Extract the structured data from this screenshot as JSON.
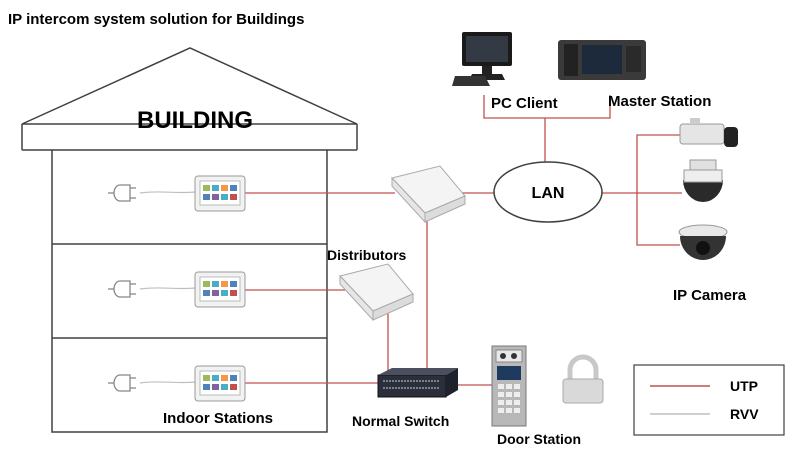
{
  "title": "IP intercom system solution for Buildings",
  "building_label": "BUILDING",
  "nodes": {
    "pc_client": "PC Client",
    "master_station": "Master Station",
    "lan": "LAN",
    "distributors": "Distributors",
    "ip_camera": "IP Camera",
    "indoor_stations": "Indoor Stations",
    "normal_switch": "Normal Switch",
    "door_station": "Door Station"
  },
  "legend": [
    {
      "label": "UTP",
      "color": "#c0504d"
    },
    {
      "label": "RVV",
      "color": "#bfbfbf"
    }
  ],
  "colors": {
    "utp": "#c0504d",
    "rvv": "#bfbfbf",
    "outline": "#404040"
  }
}
